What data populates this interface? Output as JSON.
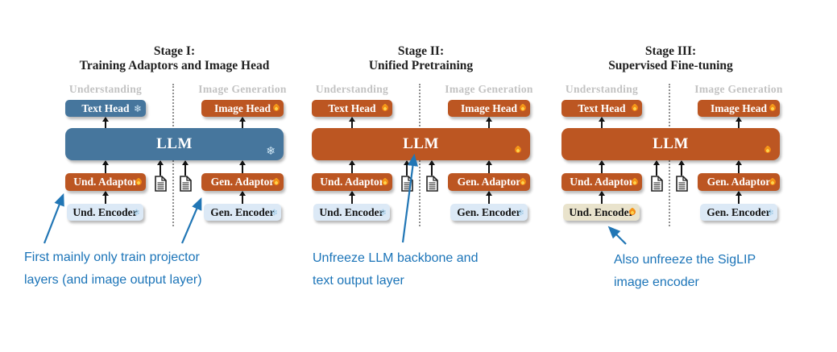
{
  "labels": {
    "understanding": "Understanding",
    "image_generation": "Image Generation"
  },
  "icons": {
    "snowflake": "❄",
    "fire": "css-flame"
  },
  "palette": {
    "frozen_blue": "#46769d",
    "trainable_orange": "#bc5622",
    "encoder_light_blue": "#dce9f6",
    "encoder_beige": "#e9e3cc",
    "section_label_gray": "#c2c2c2",
    "annotation_blue": "#1b74b8",
    "arrow_black": "#141414"
  },
  "stages": [
    {
      "title_line1": "Stage I:",
      "title_line2": "Training Adaptors and Image Head",
      "text_head": "Text Head",
      "image_head": "Image Head",
      "llm": "LLM",
      "und_adaptor": "Und. Adaptor",
      "gen_adaptor": "Gen. Adaptor",
      "und_encoder": "Und. Encoder",
      "gen_encoder": "Gen. Encoder",
      "annotation_line1": "First mainly only train projector",
      "annotation_line2": "layers (and image output layer)"
    },
    {
      "title_line1": "Stage II:",
      "title_line2": "Unified Pretraining",
      "text_head": "Text Head",
      "image_head": "Image Head",
      "llm": "LLM",
      "und_adaptor": "Und. Adaptor",
      "gen_adaptor": "Gen. Adaptor",
      "und_encoder": "Und. Encoder",
      "gen_encoder": "Gen. Encoder",
      "annotation_line1": "Unfreeze LLM backbone and",
      "annotation_line2": "text output layer"
    },
    {
      "title_line1": "Stage III:",
      "title_line2": "Supervised Fine-tuning",
      "text_head": "Text Head",
      "image_head": "Image Head",
      "llm": "LLM",
      "und_adaptor": "Und. Adaptor",
      "gen_adaptor": "Gen. Adaptor",
      "und_encoder": "Und. Encoder",
      "gen_encoder": "Gen. Encoder",
      "annotation_line1": "Also unfreeze the SigLIP",
      "annotation_line2": "image encoder"
    }
  ]
}
